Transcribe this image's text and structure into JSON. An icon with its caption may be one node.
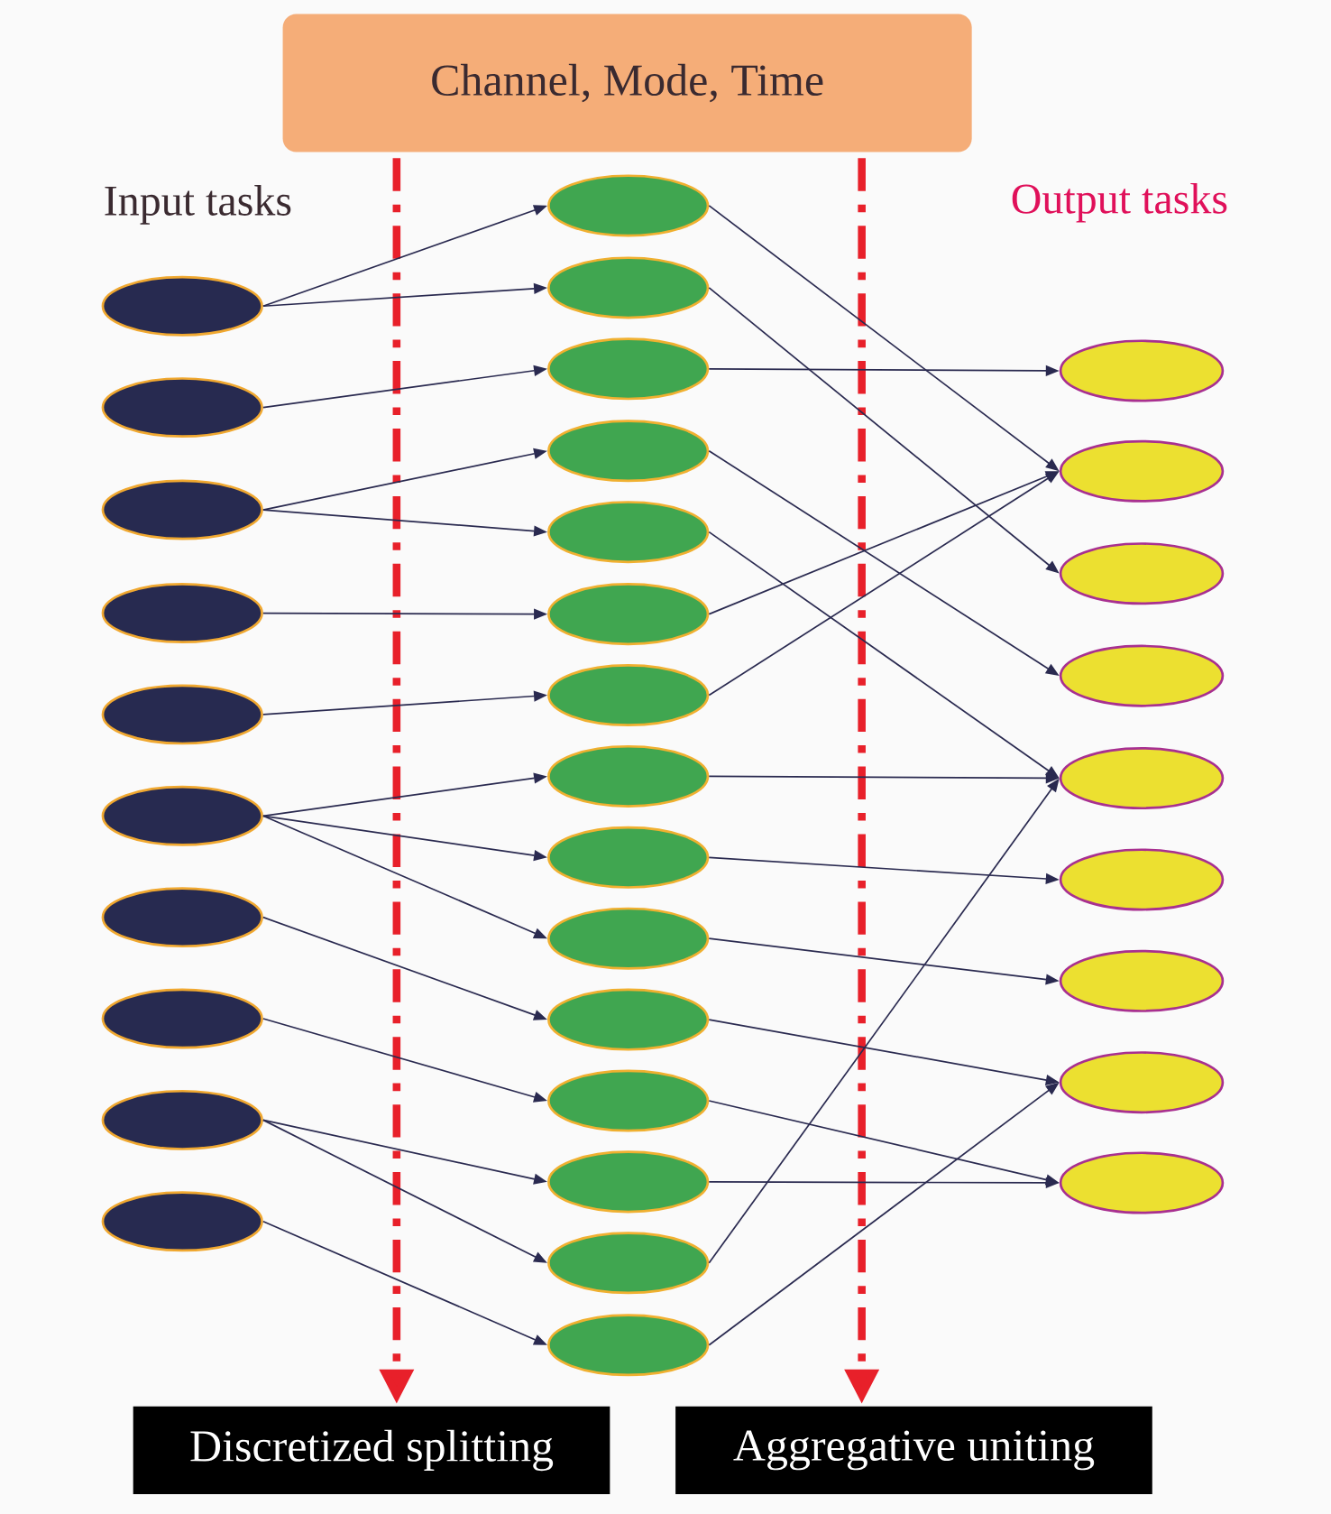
{
  "diagram": {
    "nodes": [
      {
        "text": [
          "Channel, Mode, Time"
        ]
      },
      {
        "text": [],
        "shape": "ellipse"
      },
      {
        "text": [],
        "shape": "ellipse"
      },
      {
        "text": [],
        "shape": "ellipse"
      },
      {
        "text": [],
        "shape": "ellipse"
      },
      {
        "text": [],
        "shape": "ellipse"
      },
      {
        "text": [],
        "shape": "ellipse"
      },
      {
        "text": [],
        "shape": "ellipse"
      },
      {
        "text": [],
        "shape": "ellipse"
      },
      {
        "text": [],
        "shape": "ellipse"
      },
      {
        "text": [],
        "shape": "ellipse"
      },
      {
        "text": [],
        "shape": "ellipse"
      },
      {
        "text": [],
        "shape": "ellipse"
      },
      {
        "text": [],
        "shape": "ellipse"
      },
      {
        "text": [],
        "shape": "ellipse"
      },
      {
        "text": [],
        "shape": "ellipse"
      },
      {
        "text": [],
        "shape": "ellipse"
      },
      {
        "text": [],
        "shape": "ellipse"
      },
      {
        "text": [],
        "shape": "ellipse"
      },
      {
        "text": [],
        "shape": "ellipse"
      },
      {
        "text": [],
        "shape": "ellipse"
      },
      {
        "text": [],
        "shape": "ellipse"
      },
      {
        "text": [],
        "shape": "ellipse"
      },
      {
        "text": [],
        "shape": "ellipse"
      },
      {
        "text": [],
        "shape": "ellipse"
      },
      {
        "text": [],
        "shape": "ellipse"
      },
      {
        "text": [],
        "shape": "ellipse"
      },
      {
        "text": [],
        "shape": "ellipse"
      },
      {
        "text": [],
        "shape": "ellipse"
      },
      {
        "text": [],
        "shape": "ellipse"
      },
      {
        "text": [],
        "shape": "ellipse"
      },
      {
        "text": [],
        "shape": "ellipse"
      },
      {
        "text": [],
        "shape": "ellipse"
      },
      {
        "text": [],
        "shape": "ellipse"
      },
      {
        "text": [],
        "shape": "ellipse"
      },
      {
        "text": [
          "Discretized splitting"
        ]
      },
      {
        "text": [
          "Aggregative uniting"
        ]
      }
    ],
    "edges": [
      {
        "from": 0,
        "to": 35,
        "arrow": "to",
        "style": "dashed",
        "color": "#e8202a"
      },
      {
        "from": 0,
        "to": 36,
        "arrow": "to",
        "style": "dashed",
        "color": "#e8202a"
      },
      {
        "from": 1,
        "to": 11,
        "arrow": "to"
      },
      {
        "from": 1,
        "to": 12,
        "arrow": "to"
      },
      {
        "from": 2,
        "to": 13,
        "arrow": "to"
      },
      {
        "from": 3,
        "to": 14,
        "arrow": "to"
      },
      {
        "from": 3,
        "to": 15,
        "arrow": "to"
      },
      {
        "from": 4,
        "to": 16,
        "arrow": "to"
      },
      {
        "from": 5,
        "to": 17,
        "arrow": "to"
      },
      {
        "from": 6,
        "to": 18,
        "arrow": "to"
      },
      {
        "from": 6,
        "to": 19,
        "arrow": "to"
      },
      {
        "from": 6,
        "to": 20,
        "arrow": "to"
      },
      {
        "from": 7,
        "to": 21,
        "arrow": "to"
      },
      {
        "from": 8,
        "to": 22,
        "arrow": "to"
      },
      {
        "from": 9,
        "to": 23,
        "arrow": "to"
      },
      {
        "from": 9,
        "to": 24,
        "arrow": "to"
      },
      {
        "from": 10,
        "to": 25,
        "arrow": "to"
      },
      {
        "from": 11,
        "to": 27,
        "arrow": "to"
      },
      {
        "from": 12,
        "to": 28,
        "arrow": "to"
      },
      {
        "from": 13,
        "to": 26,
        "arrow": "to"
      },
      {
        "from": 14,
        "to": 29,
        "arrow": "to"
      },
      {
        "from": 15,
        "to": 30,
        "arrow": "to"
      },
      {
        "from": 16,
        "to": 27,
        "arrow": "to"
      },
      {
        "from": 17,
        "to": 27,
        "arrow": "to"
      },
      {
        "from": 18,
        "to": 30,
        "arrow": "to"
      },
      {
        "from": 19,
        "to": 31,
        "arrow": "to"
      },
      {
        "from": 20,
        "to": 32,
        "arrow": "to"
      },
      {
        "from": 21,
        "to": 33,
        "arrow": "to"
      },
      {
        "from": 22,
        "to": 34,
        "arrow": "to"
      },
      {
        "from": 23,
        "to": 34,
        "arrow": "to"
      },
      {
        "from": 24,
        "to": 30,
        "arrow": "to"
      },
      {
        "from": 25,
        "to": 33,
        "arrow": "to"
      }
    ],
    "labels": [
      "Input tasks",
      "Output tasks"
    ]
  }
}
